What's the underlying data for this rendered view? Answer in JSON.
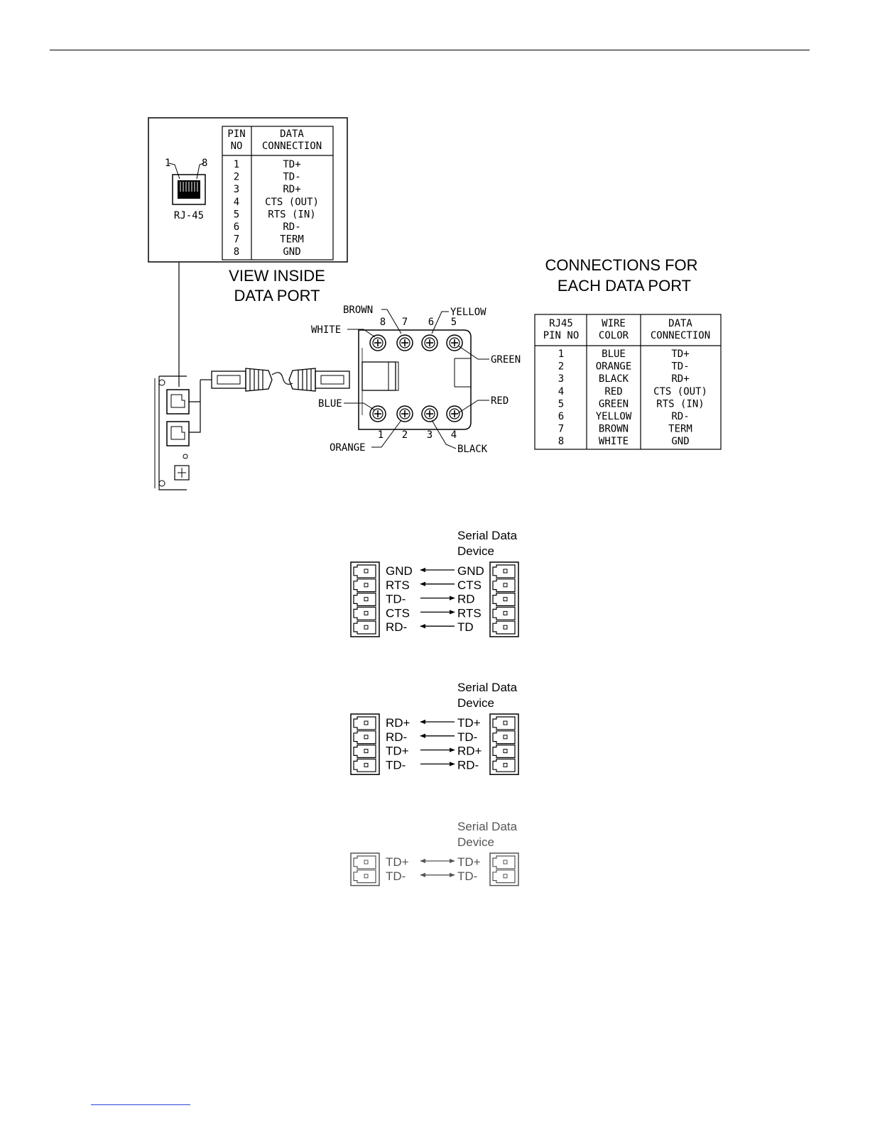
{
  "rj45_view": {
    "pin_left": "1",
    "pin_right": "8",
    "jack_label": "RJ-45",
    "table_headers": [
      "PIN\nNO",
      "DATA\nCONNECTION"
    ],
    "rows": [
      {
        "pin": "1",
        "conn": "TD+"
      },
      {
        "pin": "2",
        "conn": "TD-"
      },
      {
        "pin": "3",
        "conn": "RD+"
      },
      {
        "pin": "4",
        "conn": "CTS (OUT)"
      },
      {
        "pin": "5",
        "conn": "RTS (IN)"
      },
      {
        "pin": "6",
        "conn": "RD-"
      },
      {
        "pin": "7",
        "conn": "TERM"
      },
      {
        "pin": "8",
        "conn": "GND"
      }
    ],
    "caption_line1": "VIEW INSIDE",
    "caption_line2": "DATA PORT"
  },
  "terminal_block": {
    "top_numbers": [
      "8",
      "7",
      "6",
      "5"
    ],
    "bottom_numbers": [
      "1",
      "2",
      "3",
      "4"
    ],
    "labels": {
      "white": "WHITE",
      "brown": "BROWN",
      "yellow": "YELLOW",
      "green": "GREEN",
      "blue": "BLUE",
      "orange": "ORANGE",
      "black": "BLACK",
      "red": "RED"
    }
  },
  "connections": {
    "title_line1": "CONNECTIONS FOR",
    "title_line2": "EACH DATA PORT",
    "headers": [
      "RJ45\nPIN NO",
      "WIRE\nCOLOR",
      "DATA\nCONNECTION"
    ],
    "rows": [
      {
        "pin": "1",
        "color": "BLUE",
        "conn": "TD+"
      },
      {
        "pin": "2",
        "color": "ORANGE",
        "conn": "TD-"
      },
      {
        "pin": "3",
        "color": "BLACK",
        "conn": "RD+"
      },
      {
        "pin": "4",
        "color": "RED",
        "conn": "CTS (OUT)"
      },
      {
        "pin": "5",
        "color": "GREEN",
        "conn": "RTS (IN)"
      },
      {
        "pin": "6",
        "color": "YELLOW",
        "conn": "RD-"
      },
      {
        "pin": "7",
        "color": "BROWN",
        "conn": "TERM"
      },
      {
        "pin": "8",
        "color": "WHITE",
        "conn": "GND"
      }
    ]
  },
  "wiring": [
    {
      "device_line1": "Serial Data",
      "device_line2": "Device",
      "faded": false,
      "rows": [
        {
          "left": "GND",
          "right": "GND",
          "dir": "left"
        },
        {
          "left": "RTS",
          "right": "CTS",
          "dir": "left"
        },
        {
          "left": "TD-",
          "right": "RD",
          "dir": "right"
        },
        {
          "left": "CTS",
          "right": "RTS",
          "dir": "right"
        },
        {
          "left": "RD-",
          "right": "TD",
          "dir": "left"
        }
      ]
    },
    {
      "device_line1": "Serial Data",
      "device_line2": "Device",
      "faded": false,
      "rows": [
        {
          "left": "RD+",
          "right": "TD+",
          "dir": "left"
        },
        {
          "left": "RD-",
          "right": "TD-",
          "dir": "left"
        },
        {
          "left": "TD+",
          "right": "RD+",
          "dir": "right"
        },
        {
          "left": "TD-",
          "right": "RD-",
          "dir": "right"
        }
      ]
    },
    {
      "device_line1": "Serial Data",
      "device_line2": "Device",
      "faded": true,
      "rows": [
        {
          "left": "TD+",
          "right": "TD+",
          "dir": "both"
        },
        {
          "left": "TD-",
          "right": "TD-",
          "dir": "both"
        }
      ]
    }
  ]
}
